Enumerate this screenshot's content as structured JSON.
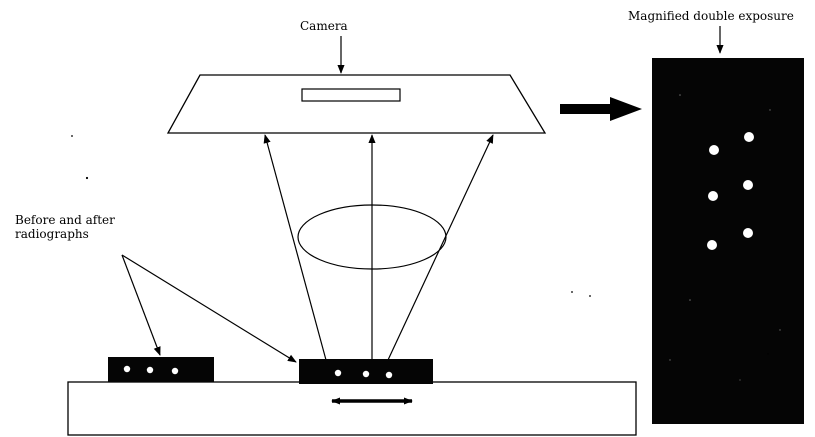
{
  "labels": {
    "camera": "Camera",
    "magnified": "Magnified double exposure",
    "radiographs_line1": "Before and after",
    "radiographs_line2": "radiographs"
  },
  "colors": {
    "ink": "#000000",
    "paper": "#ffffff",
    "panel": "#050505",
    "dot": "#ffffff"
  },
  "icons": {
    "output_arrow": "arrow-right-icon",
    "slide_arrow": "double-headed-arrow-icon"
  }
}
